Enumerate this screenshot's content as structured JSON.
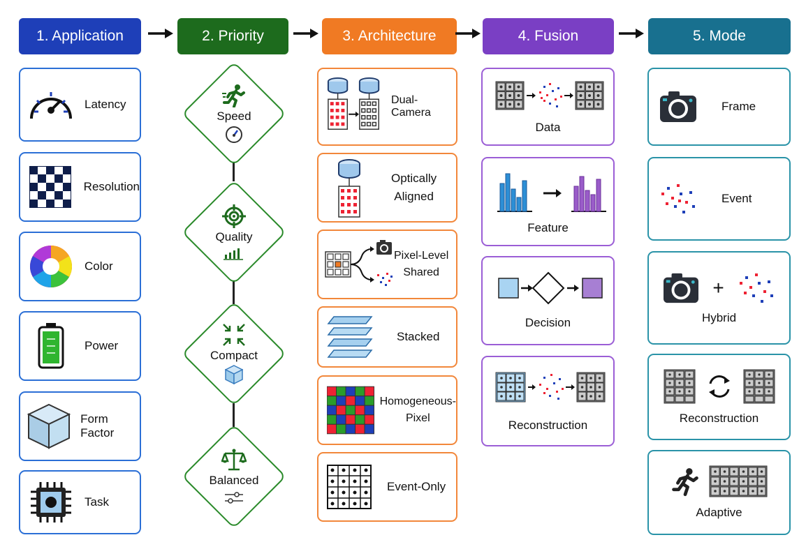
{
  "headers": [
    {
      "label": "1. Application",
      "color": "#1e3fb8"
    },
    {
      "label": "2. Priority",
      "color": "#1d6b1d"
    },
    {
      "label": "3. Architecture",
      "color": "#f07a23"
    },
    {
      "label": "4. Fusion",
      "color": "#7a3fc4"
    },
    {
      "label": "5. Mode",
      "color": "#18708f"
    }
  ],
  "application": {
    "items": [
      {
        "label": "Latency",
        "icon": "speedometer-icon"
      },
      {
        "label": "Resolution",
        "icon": "checkerboard-icon"
      },
      {
        "label": "Color",
        "icon": "color-wheel-icon"
      },
      {
        "label": "Power",
        "icon": "battery-icon"
      },
      {
        "label": "Form Factor",
        "icon": "cube-icon"
      },
      {
        "label": "Task",
        "icon": "chip-icon"
      }
    ]
  },
  "priority": {
    "items": [
      {
        "label": "Speed",
        "icon": "runner-icon",
        "sub_icon": "speedometer-icon"
      },
      {
        "label": "Quality",
        "icon": "target-icon",
        "sub_icon": "bar-chart-icon"
      },
      {
        "label": "Compact",
        "icon": "arrows-inward-icon",
        "sub_icon": "cube-icon"
      },
      {
        "label": "Balanced",
        "icon": "scales-icon",
        "sub_icon": "sliders-icon"
      }
    ]
  },
  "architecture": {
    "items": [
      {
        "label": "Dual-Camera",
        "icon": "dual-camera-icon"
      },
      {
        "label_line1": "Optically",
        "label_line2": "Aligned",
        "icon": "optically-aligned-icon"
      },
      {
        "label_line1": "Pixel-Level",
        "label_line2": "Shared",
        "icon": "pixel-shared-icon"
      },
      {
        "label": "Stacked",
        "icon": "stacked-layers-icon"
      },
      {
        "label_line1": "Homogeneous-",
        "label_line2": "Pixel",
        "icon": "rgb-grid-icon"
      },
      {
        "label": "Event-Only",
        "icon": "event-grid-icon"
      }
    ]
  },
  "fusion": {
    "items": [
      {
        "label": "Data",
        "icon": "data-fusion-icon"
      },
      {
        "label": "Feature",
        "icon": "feature-fusion-icon"
      },
      {
        "label": "Decision",
        "icon": "decision-fusion-icon"
      },
      {
        "label": "Reconstruction",
        "icon": "reconstruction-fusion-icon"
      }
    ]
  },
  "mode": {
    "items": [
      {
        "label": "Frame",
        "icon": "camera-icon"
      },
      {
        "label": "Event",
        "icon": "event-dots-icon"
      },
      {
        "label": "Hybrid",
        "icon": "hybrid-icon",
        "plus": "+"
      },
      {
        "label": "Reconstruction",
        "icon": "reconstruction-cycle-icon"
      },
      {
        "label": "Adaptive",
        "icon": "adaptive-icon"
      }
    ]
  }
}
